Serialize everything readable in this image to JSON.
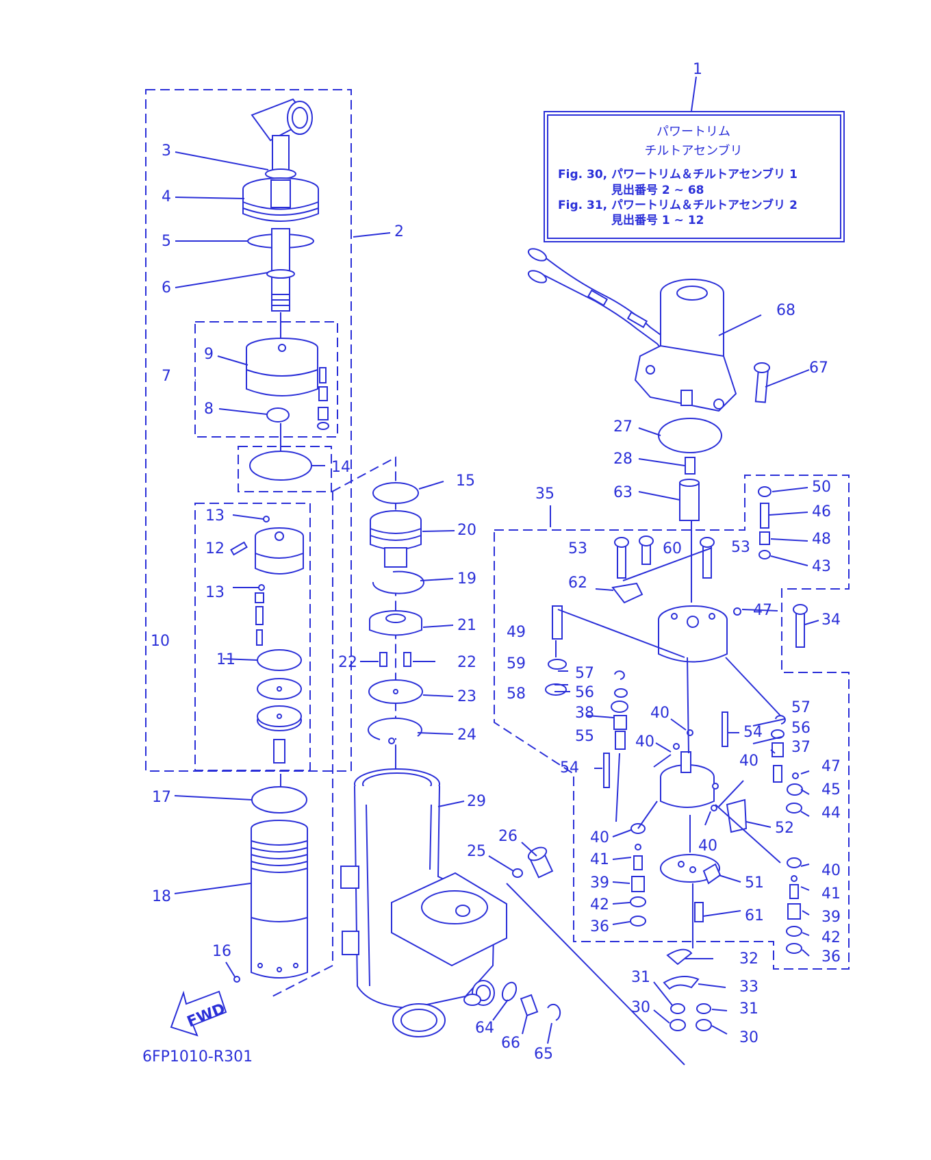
{
  "diagram": {
    "drawing_code": "6FP1010-R301",
    "forward_arrow_text": "FWD",
    "callout_number": "1",
    "info_box": {
      "title_line_1": "パワートリム",
      "title_line_2": "チルトアセンブリ",
      "fig30_ref": "Fig. 30, パワートリム＆チルトアセンブリ 1",
      "fig30_range": "見出番号 2 ~ 68",
      "fig31_ref": "Fig. 31, パワートリム＆チルトアセンブリ 2",
      "fig31_range": "見出番号 1 ~ 12"
    },
    "part_labels": {
      "p2": "2",
      "p3": "3",
      "p4": "4",
      "p5": "5",
      "p6": "6",
      "p7": "7",
      "p8": "8",
      "p9": "9",
      "p10": "10",
      "p11": "11",
      "p12": "12",
      "p13a": "13",
      "p13b": "13",
      "p14": "14",
      "p15": "15",
      "p16": "16",
      "p17": "17",
      "p18": "18",
      "p19": "19",
      "p20": "20",
      "p21": "21",
      "p22a": "22",
      "p22b": "22",
      "p23": "23",
      "p24": "24",
      "p25": "25",
      "p26": "26",
      "p27": "27",
      "p28": "28",
      "p29": "29",
      "p30a": "30",
      "p30b": "30",
      "p31a": "31",
      "p31b": "31",
      "p32": "32",
      "p33": "33",
      "p34": "34",
      "p35": "35",
      "p36a": "36",
      "p36b": "36",
      "p37": "37",
      "p38": "38",
      "p39a": "39",
      "p39b": "39",
      "p40a": "40",
      "p40b": "40",
      "p40c": "40",
      "p40d": "40",
      "p40e": "40",
      "p40f": "40",
      "p41a": "41",
      "p41b": "41",
      "p42a": "42",
      "p42b": "42",
      "p43": "43",
      "p44": "44",
      "p45": "45",
      "p46": "46",
      "p47a": "47",
      "p47b": "47",
      "p48": "48",
      "p49": "49",
      "p50": "50",
      "p51": "51",
      "p52": "52",
      "p53a": "53",
      "p53b": "53",
      "p54a": "54",
      "p54b": "54",
      "p55": "55",
      "p56a": "56",
      "p56b": "56",
      "p57a": "57",
      "p57b": "57",
      "p58": "58",
      "p59": "59",
      "p60": "60",
      "p61": "61",
      "p62": "62",
      "p63": "63",
      "p64": "64",
      "p65": "65",
      "p66": "66",
      "p67": "67",
      "p68": "68"
    },
    "colors": {
      "line": "#2a2fd8",
      "background": "#ffffff"
    }
  }
}
